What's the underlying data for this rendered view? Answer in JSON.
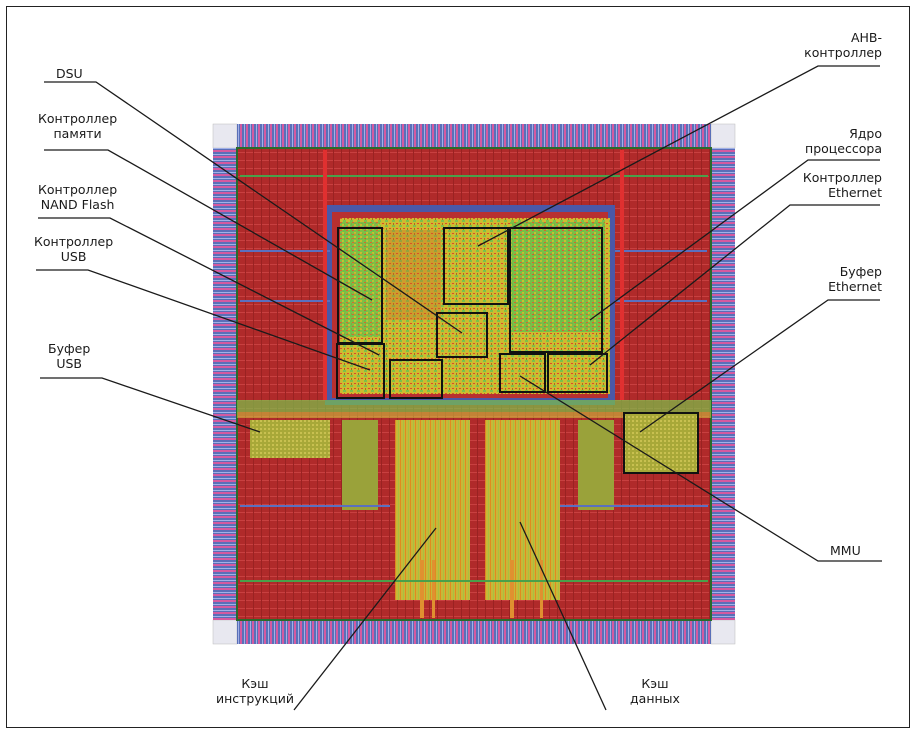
{
  "labels": {
    "dsu": [
      "DSU"
    ],
    "mem_ctrl": [
      "Контроллер",
      "памяти"
    ],
    "nand_ctrl": [
      "Контроллер",
      "NAND Flash"
    ],
    "usb_ctrl": [
      "Контроллер",
      "USB"
    ],
    "usb_buf": [
      "Буфер",
      "USB"
    ],
    "ahb_ctrl": [
      "AHB-",
      "контроллер"
    ],
    "cpu_core": [
      "Ядро",
      "процессора"
    ],
    "eth_ctrl": [
      "Контроллер",
      "Ethernet"
    ],
    "eth_buf": [
      "Буфер",
      "Ethernet"
    ],
    "mmu": [
      "MMU"
    ],
    "icache": [
      "Кэш",
      "инструкций"
    ],
    "dcache": [
      "Кэш",
      "данных"
    ]
  },
  "colors": {
    "die_red": "#b02a2a",
    "io_ring_blue": "#5a6fb8",
    "io_ring_pink": "#d45aa0",
    "logic_yellow": "#d8c834",
    "logic_green": "#6cc04a",
    "block_outline": "#111111",
    "leader": "#1a1a1a"
  }
}
